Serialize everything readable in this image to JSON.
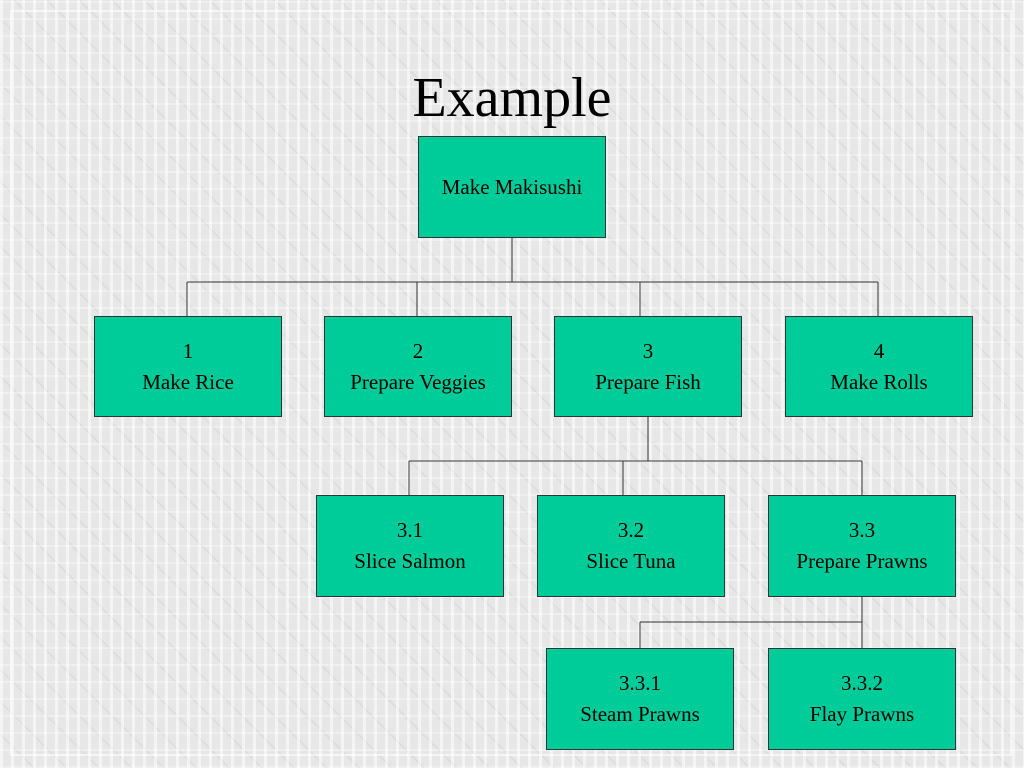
{
  "title": "Example",
  "colors": {
    "node_fill": "#00cc99",
    "connector": "#333333"
  },
  "nodes": {
    "root": {
      "label": "Make Makisushi"
    },
    "n1": {
      "number": "1",
      "label": "Make Rice"
    },
    "n2": {
      "number": "2",
      "label": "Prepare Veggies"
    },
    "n3": {
      "number": "3",
      "label": "Prepare Fish"
    },
    "n4": {
      "number": "4",
      "label": "Make Rolls"
    },
    "n3_1": {
      "number": "3.1",
      "label": "Slice Salmon"
    },
    "n3_2": {
      "number": "3.2",
      "label": "Slice Tuna"
    },
    "n3_3": {
      "number": "3.3",
      "label": "Prepare Prawns"
    },
    "n3_3_1": {
      "number": "3.3.1",
      "label": "Steam Prawns"
    },
    "n3_3_2": {
      "number": "3.3.2",
      "label": "Flay Prawns"
    }
  }
}
